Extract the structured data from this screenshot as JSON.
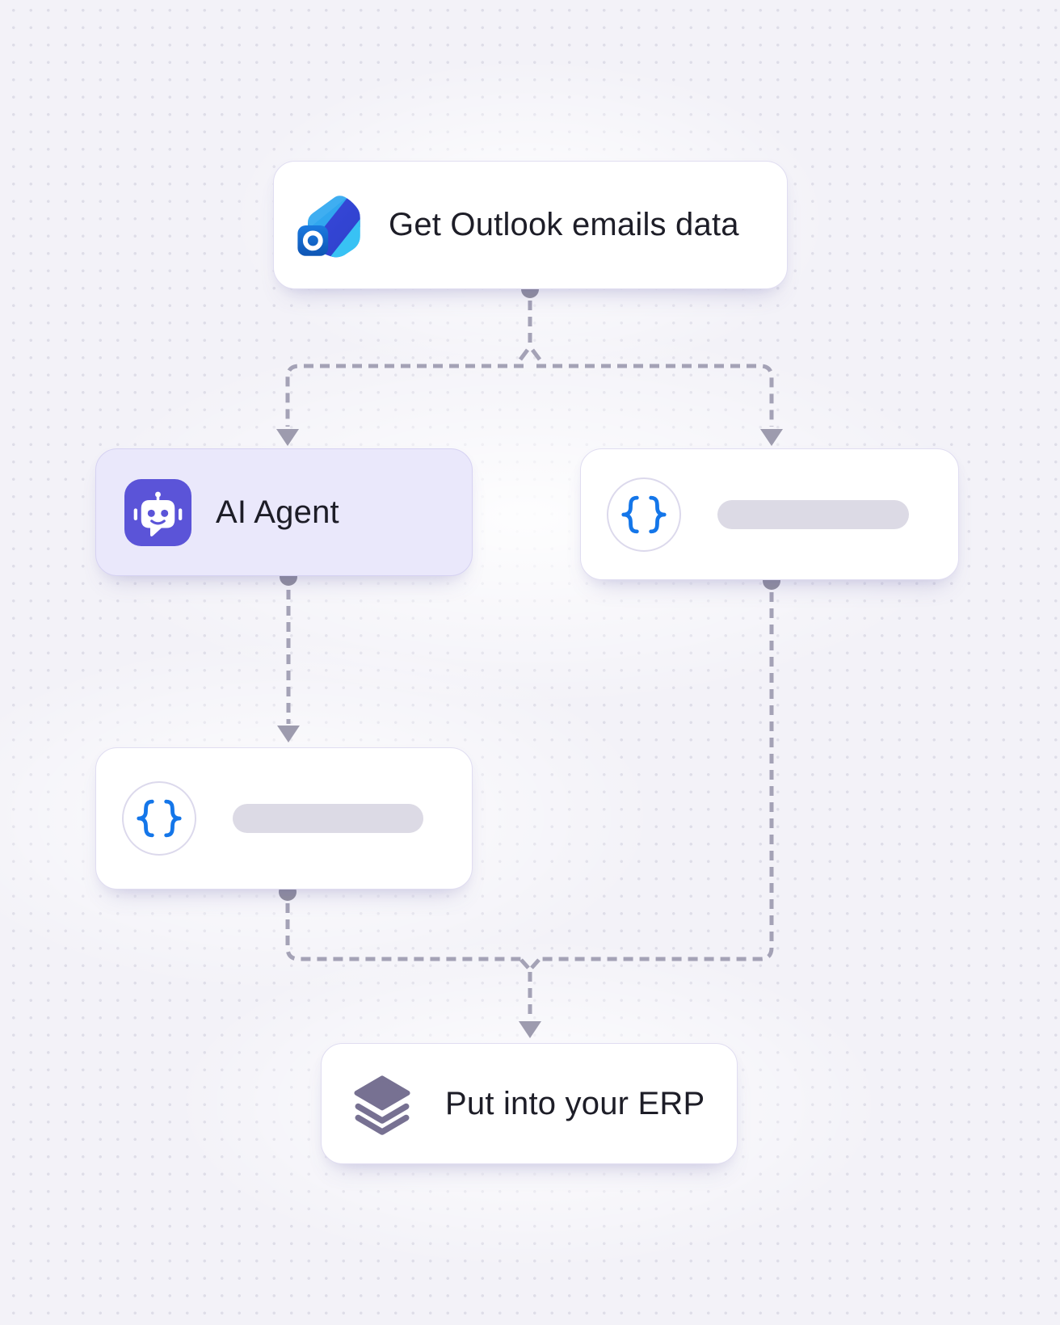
{
  "diagram": {
    "name": "workflow-canvas",
    "nodes": {
      "outlook": {
        "label": "Get Outlook emails data",
        "icon": "outlook-icon"
      },
      "ai_agent": {
        "label": "AI Agent",
        "icon": "robot-icon",
        "highlighted": true
      },
      "code_right": {
        "label": "",
        "icon": "code-braces-icon",
        "placeholder": true
      },
      "code_left": {
        "label": "",
        "icon": "code-braces-icon",
        "placeholder": true
      },
      "erp": {
        "label": "Put into your ERP",
        "icon": "layers-icon"
      }
    },
    "edges": [
      {
        "from": "outlook",
        "to": "ai_agent"
      },
      {
        "from": "outlook",
        "to": "code_right"
      },
      {
        "from": "ai_agent",
        "to": "code_left"
      },
      {
        "from": "code_left",
        "to": "erp"
      },
      {
        "from": "code_right",
        "to": "erp"
      }
    ],
    "colors": {
      "background": "#F3F2F8",
      "grid_dot": "#DEDDE8",
      "card_background": "#FFFFFF",
      "card_border": "#E0DDF1",
      "accent_card_background": "#EAE8FB",
      "accent_card_border": "#D6D2F2",
      "accent_purple": "#5B54D8",
      "code_blue": "#1476E9",
      "layers_gray_purple": "#777192",
      "connector_dash": "#A4A2B6",
      "connector_dot": "#92909F",
      "connector_arrow": "#9D9BAE",
      "skeleton_pill": "#DCDAE5",
      "label_text": "#1D1D27"
    }
  }
}
